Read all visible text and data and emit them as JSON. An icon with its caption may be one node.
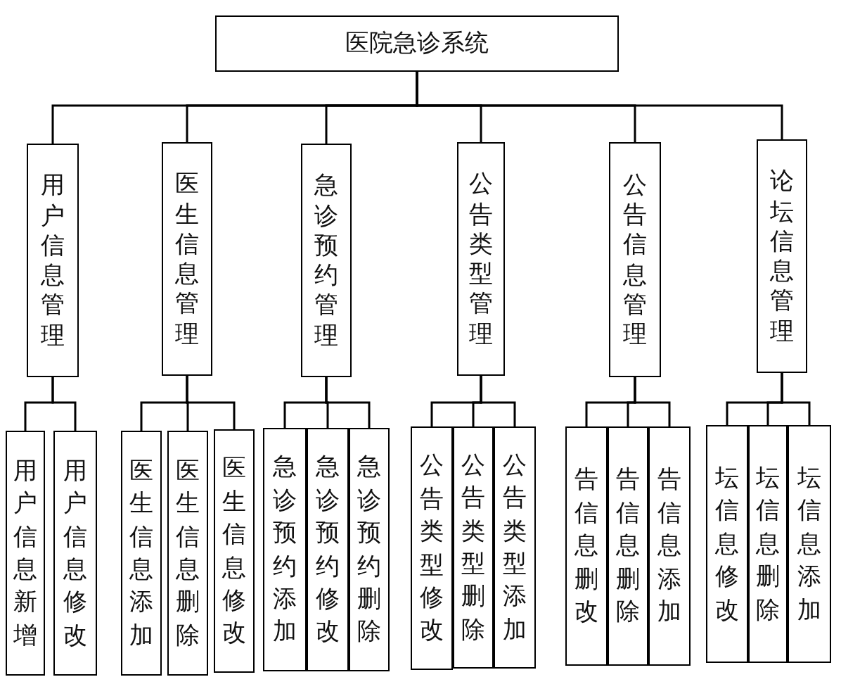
{
  "diagram": {
    "nodes": [
      {
        "text": [
          "医院急诊系统"
        ]
      },
      {
        "text": [
          "用户信息管理"
        ]
      },
      {
        "text": [
          "医生信息管理"
        ]
      },
      {
        "text": [
          "急诊预约管理"
        ]
      },
      {
        "text": [
          "公告类型管理"
        ]
      },
      {
        "text": [
          "公告信息管理"
        ]
      },
      {
        "text": [
          "论坛信息管理"
        ]
      },
      {
        "text": [
          "用户信息新增"
        ]
      },
      {
        "text": [
          "用户信息修改"
        ]
      },
      {
        "text": [
          "医生信息添加"
        ]
      },
      {
        "text": [
          "医生信息删除"
        ]
      },
      {
        "text": [
          "医生信息修改"
        ]
      },
      {
        "text": [
          "急诊预约添加"
        ]
      },
      {
        "text": [
          "急诊预约修改"
        ]
      },
      {
        "text": [
          "急诊预约删除"
        ]
      },
      {
        "text": [
          "公告类型修改"
        ]
      },
      {
        "text": [
          "公告类型删除"
        ]
      },
      {
        "text": [
          "公告类型添加"
        ]
      },
      {
        "text": [
          "告信息删改"
        ]
      },
      {
        "text": [
          "告信息删除"
        ]
      },
      {
        "text": [
          "告信息添加"
        ]
      },
      {
        "text": [
          "坛信息修改"
        ]
      },
      {
        "text": [
          "坛信息删除"
        ]
      },
      {
        "text": [
          "坛信息添加"
        ]
      }
    ],
    "edges": [
      {
        "from": 0,
        "to": 1,
        "arrow": "none"
      },
      {
        "from": 0,
        "to": 2,
        "arrow": "none"
      },
      {
        "from": 0,
        "to": 3,
        "arrow": "none"
      },
      {
        "from": 0,
        "to": 4,
        "arrow": "none"
      },
      {
        "from": 0,
        "to": 5,
        "arrow": "none"
      },
      {
        "from": 0,
        "to": 6,
        "arrow": "none"
      },
      {
        "from": 1,
        "to": 7,
        "arrow": "none"
      },
      {
        "from": 1,
        "to": 8,
        "arrow": "none"
      },
      {
        "from": 2,
        "to": 9,
        "arrow": "none"
      },
      {
        "from": 2,
        "to": 10,
        "arrow": "none"
      },
      {
        "from": 2,
        "to": 11,
        "arrow": "none"
      },
      {
        "from": 3,
        "to": 12,
        "arrow": "none"
      },
      {
        "from": 3,
        "to": 13,
        "arrow": "none"
      },
      {
        "from": 3,
        "to": 14,
        "arrow": "none"
      },
      {
        "from": 4,
        "to": 15,
        "arrow": "none"
      },
      {
        "from": 4,
        "to": 16,
        "arrow": "none"
      },
      {
        "from": 4,
        "to": 17,
        "arrow": "none"
      },
      {
        "from": 5,
        "to": 18,
        "arrow": "none"
      },
      {
        "from": 5,
        "to": 19,
        "arrow": "none"
      },
      {
        "from": 5,
        "to": 20,
        "arrow": "none"
      },
      {
        "from": 6,
        "to": 21,
        "arrow": "none"
      },
      {
        "from": 6,
        "to": 22,
        "arrow": "none"
      },
      {
        "from": 6,
        "to": 23,
        "arrow": "none"
      }
    ]
  }
}
